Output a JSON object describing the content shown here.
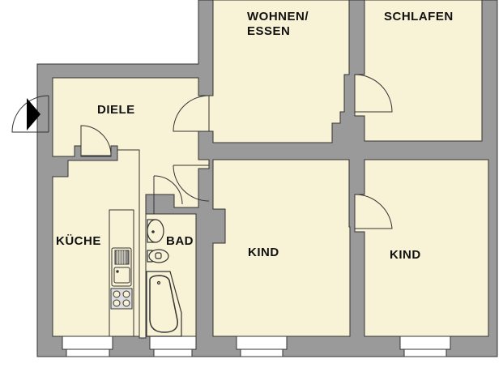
{
  "colors": {
    "wall": "#9a9a9a",
    "floor": "#f8f2d6",
    "outline": "#333333",
    "window": "#ffffff",
    "background": "#ffffff"
  },
  "rooms": [
    {
      "id": "wohnen",
      "label_line1": "WOHNEN/",
      "label_line2": "ESSEN"
    },
    {
      "id": "schlafen",
      "label": "SCHLAFEN"
    },
    {
      "id": "diele",
      "label": "DIELE"
    },
    {
      "id": "kueche",
      "label": "KÜCHE"
    },
    {
      "id": "bad",
      "label": "BAD"
    },
    {
      "id": "kind1",
      "label": "KIND"
    },
    {
      "id": "kind2",
      "label": "KIND"
    }
  ],
  "symbols": {
    "entrance": "entrance-arrow-icon",
    "sink": "kitchen-sink-icon",
    "stove": "stove-icon",
    "washbasin": "washbasin-icon",
    "toilet": "toilet-icon",
    "bathtub": "bathtub-icon"
  }
}
